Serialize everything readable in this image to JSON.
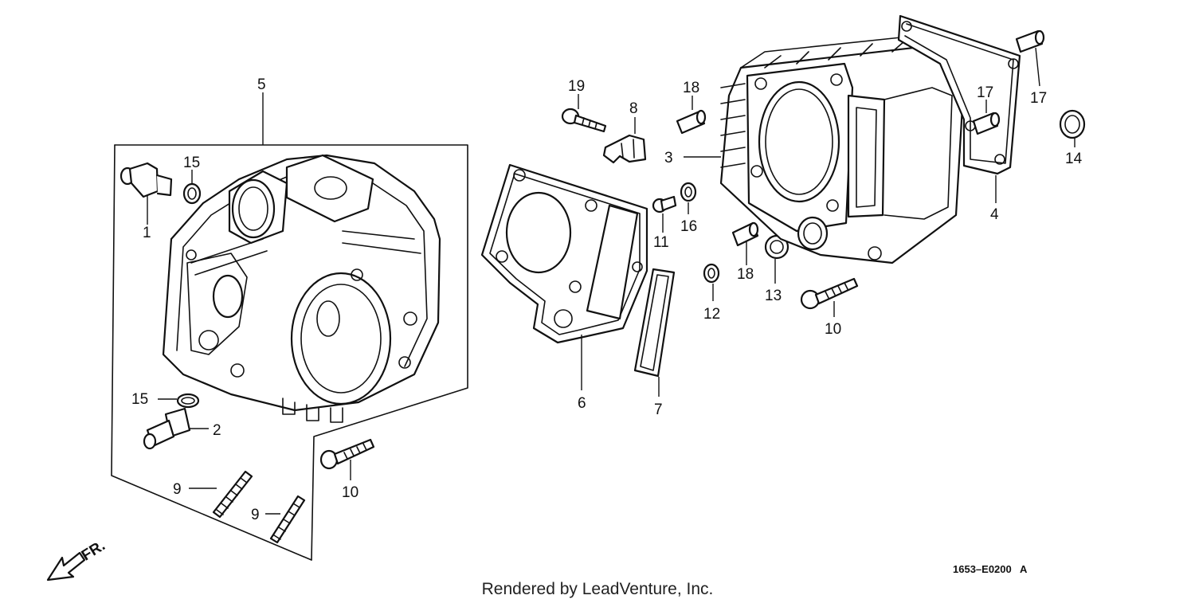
{
  "diagram": {
    "callouts": {
      "c1": "1",
      "c2": "2",
      "c3": "3",
      "c4": "4",
      "c5": "5",
      "c6": "6",
      "c7": "7",
      "c8": "8",
      "c9a": "9",
      "c9b": "9",
      "c10a": "10",
      "c10b": "10",
      "c11": "11",
      "c12": "12",
      "c13": "13",
      "c14": "14",
      "c15a": "15",
      "c15b": "15",
      "c16": "16",
      "c17a": "17",
      "c17b": "17",
      "c18a": "18",
      "c18b": "18",
      "c19": "19"
    },
    "direction_label": "FR.",
    "code": "1653–E0200",
    "code_suffix": "A"
  },
  "footer": {
    "credit": "Rendered by LeadVenture, Inc."
  }
}
